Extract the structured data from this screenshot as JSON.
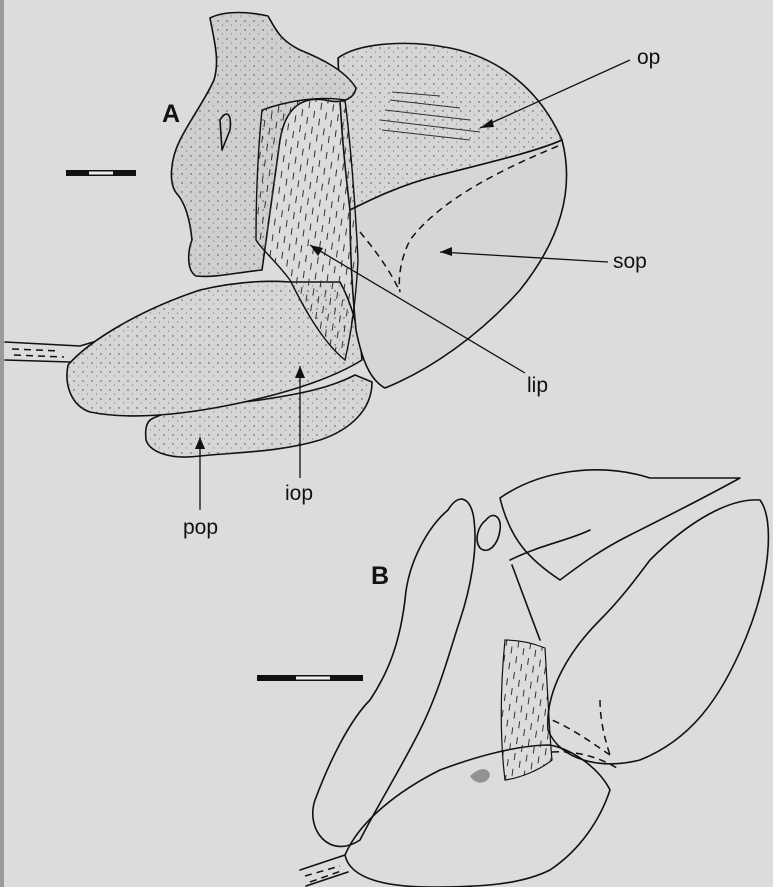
{
  "figure": {
    "panel_a_letter": "A",
    "panel_b_letter": "B",
    "labels": {
      "op": "op",
      "sop": "sop",
      "lip": "lip",
      "iop": "iop",
      "pop": "pop"
    }
  }
}
